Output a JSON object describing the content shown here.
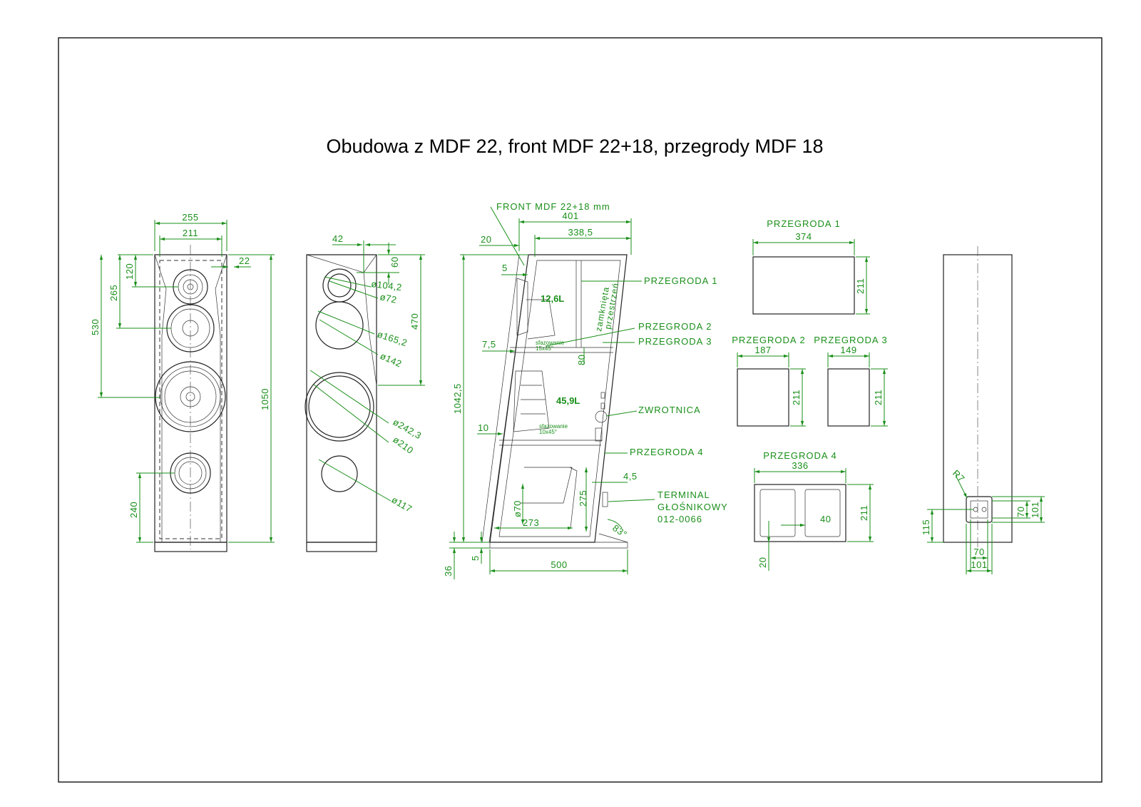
{
  "title": "Obudowa z MDF 22, front MDF 22+18, przegrody MDF 18",
  "front_view": {
    "dims": {
      "width_outer": "255",
      "width_inner": "211",
      "edge": "22",
      "h120": "120",
      "h265": "265",
      "h530": "530",
      "h240": "240",
      "h1050": "1050"
    }
  },
  "front_panel_view": {
    "dims": {
      "d42": "42",
      "d60": "60",
      "d470": "470",
      "dia1": "ø104,2",
      "dia2": "ø72",
      "dia3": "ø165,2",
      "dia4": "ø142",
      "dia5": "ø242,3",
      "dia6": "ø210",
      "dia7": "ø117"
    }
  },
  "side_section": {
    "front_label": "FRONT MDF 22+18 mm",
    "dims": {
      "d401": "401",
      "d338": "338,5",
      "d20": "20",
      "d5a": "5",
      "d7_5": "7,5",
      "d80": "80",
      "d10": "10",
      "d1042": "1042,5",
      "d4_5": "4,5",
      "d275": "275",
      "d70": "ø70",
      "d273": "273",
      "d83": "83°",
      "d36": "36",
      "d5b": "5",
      "d500": "500"
    },
    "volumes": {
      "top": "12,6L",
      "mid": "45,9L"
    },
    "closed_space": [
      "zamknięta",
      "przestrzeń"
    ],
    "chamfer1": [
      "sfazowanie",
      "15x45°"
    ],
    "chamfer2": [
      "sfazowanie",
      "10x45°"
    ],
    "labels": {
      "p1": "PRZEGRODA 1",
      "p2": "PRZEGRODA 2",
      "p3": "PRZEGRODA 3",
      "crossover": "ZWROTNICA",
      "p4": "PRZEGRODA 4",
      "terminal": [
        "TERMINAL",
        "GŁOŚNIKOWY",
        "012-0066"
      ]
    }
  },
  "partitions": {
    "p1": {
      "name": "PRZEGRODA 1",
      "w": "374",
      "h": "211"
    },
    "p2": {
      "name": "PRZEGRODA 2",
      "w": "187",
      "h": "211"
    },
    "p3": {
      "name": "PRZEGRODA 3",
      "w": "149",
      "h": "211"
    },
    "p4": {
      "name": "PRZEGRODA 4",
      "w": "336",
      "h": "211",
      "hole": "40",
      "bottom": "20"
    }
  },
  "rear_view": {
    "dims": {
      "r": "R7",
      "d70v": "70",
      "d101v": "101",
      "d115": "115",
      "d70h": "70",
      "d101h": "101"
    }
  },
  "colors": {
    "dimension": "#1a8f1a",
    "outline": "#222222",
    "background": "#ffffff"
  }
}
